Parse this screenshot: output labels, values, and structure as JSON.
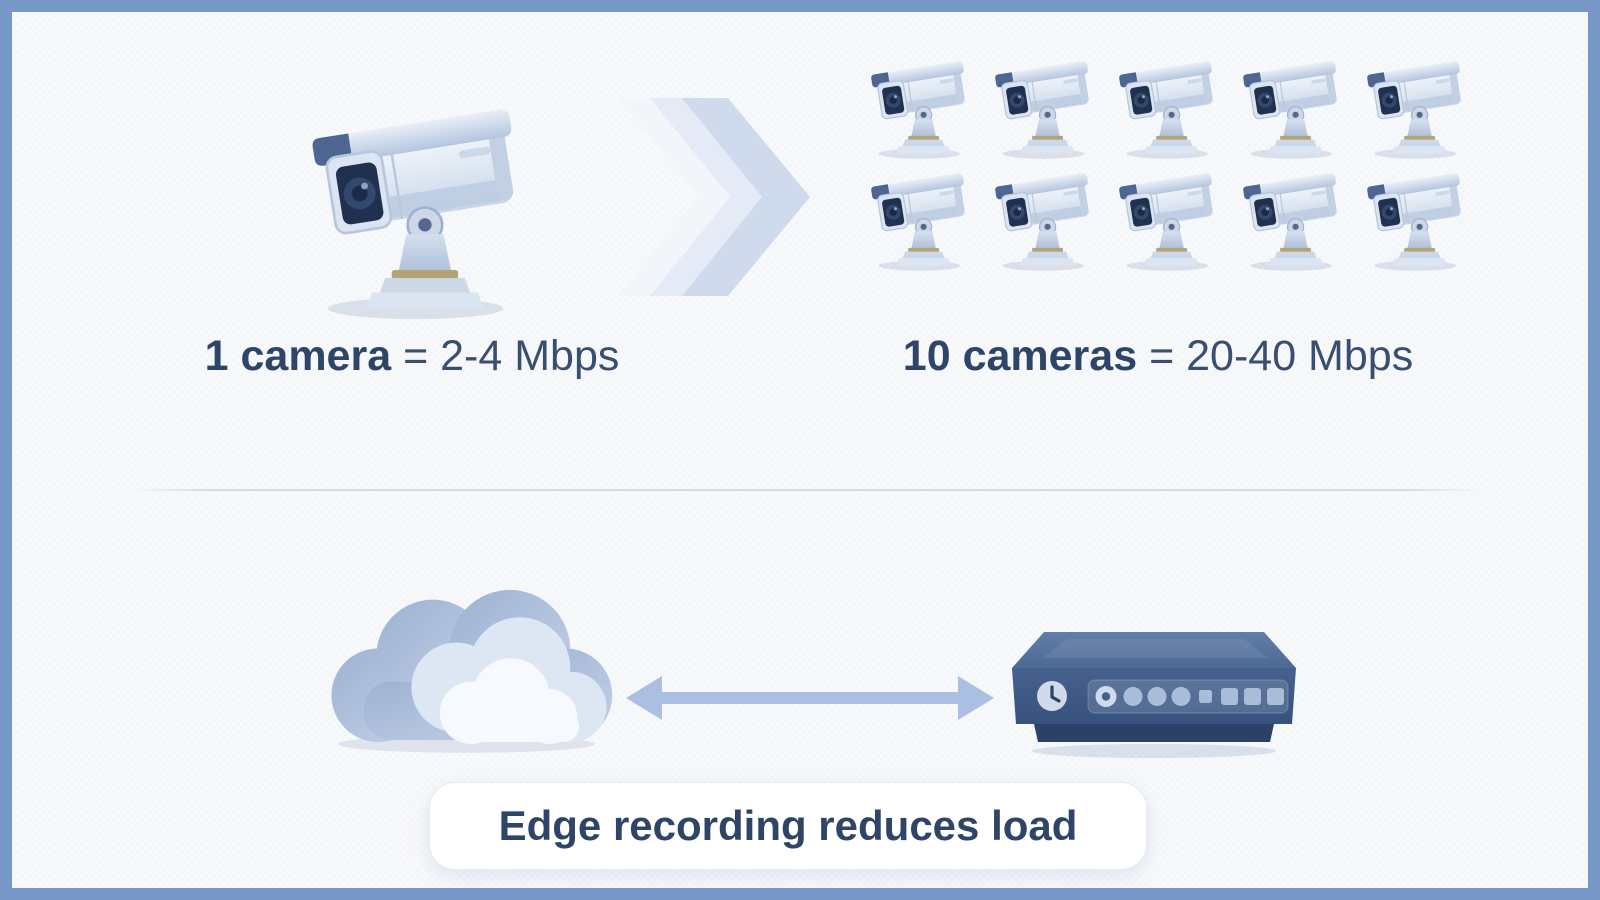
{
  "top": {
    "single": {
      "bold": "1 camera",
      "rest": " = 2-4 Mbps"
    },
    "multi": {
      "bold": "10 cameras",
      "rest": " = 20-40 Mbps"
    },
    "grid": {
      "count": 10,
      "columns": 5,
      "rows": 2
    }
  },
  "bottom": {
    "caption": "Edge recording reduces load"
  },
  "icons": {
    "camera": "cctv-bullet-camera",
    "chevron": "double-chevron-right",
    "cloud": "cloud",
    "arrow": "bidirectional-horizontal-arrow",
    "recorder": "nvr-recorder-box"
  },
  "colors": {
    "frame_border": "#7897c9",
    "background": "#f8f9fb",
    "text": "#2e4568",
    "divider": "#cfdcec",
    "arrow": "#aabfe2",
    "pill_background": "#ffffff"
  }
}
